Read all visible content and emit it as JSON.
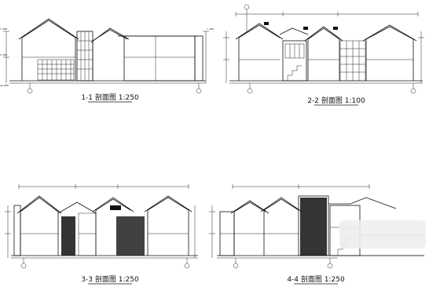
{
  "sections": [
    {
      "id": "s11",
      "title": "1-1 剖面图 1:250"
    },
    {
      "id": "s22",
      "title": "2-2 剖面图 1:100"
    },
    {
      "id": "s33",
      "title": "3-3 剖面图 1:250"
    },
    {
      "id": "s44",
      "title": "4-4 剖面图 1:250"
    }
  ],
  "colors": {
    "line": "#111111",
    "background": "#ffffff",
    "watermark": "#eeeeee"
  }
}
